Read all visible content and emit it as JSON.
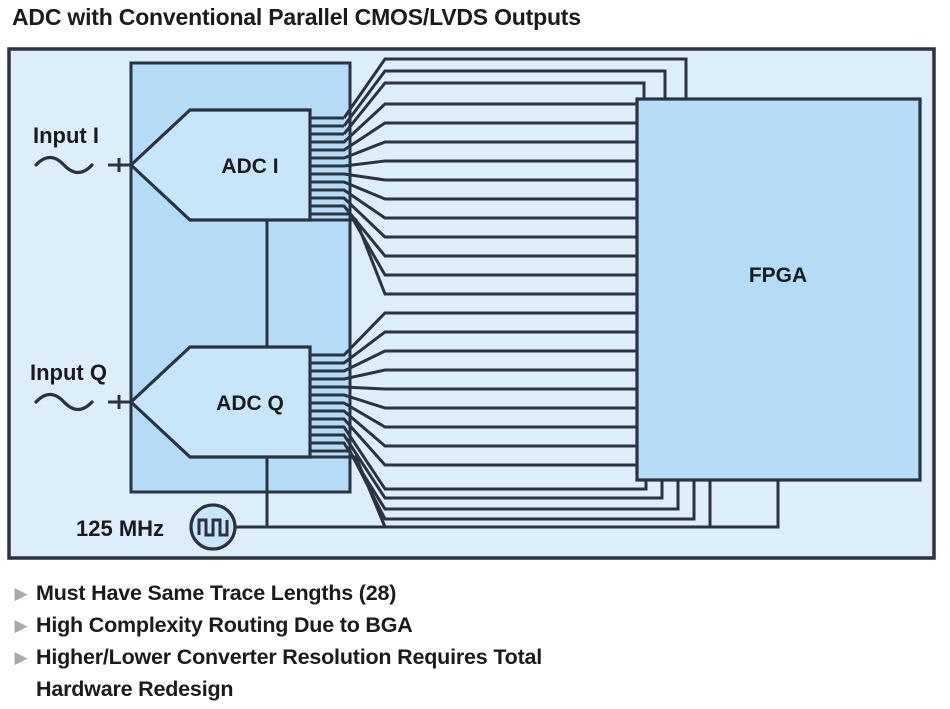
{
  "title": "ADC with Conventional Parallel CMOS/LVDS Outputs",
  "diagram": {
    "inputs": [
      {
        "label": "Input I",
        "icon": "sine-wave-icon"
      },
      {
        "label": "Input Q",
        "icon": "sine-wave-icon"
      }
    ],
    "blocks": [
      {
        "name": "adc-i",
        "label": "ADC I"
      },
      {
        "name": "adc-q",
        "label": "ADC Q"
      },
      {
        "name": "fpga",
        "label": "FPGA"
      }
    ],
    "clock": {
      "label": "125 MHz",
      "icon": "square-wave-oscillator-icon"
    },
    "bus": {
      "adc_i_traces": 14,
      "adc_q_traces": 14,
      "total_traces": 28
    }
  },
  "colors": {
    "panel_background": "#ddeefb",
    "board_fill": "#b3ddf7",
    "block_fill": "#c7e6f9",
    "line": "#2c3340",
    "text": "#1b1b1b",
    "bullet_marker": "#a9a9a9"
  },
  "bullets": [
    {
      "marker": "▶",
      "text": "Must Have Same Trace Lengths (28)",
      "continuation": ""
    },
    {
      "marker": "▶",
      "text": "High Complexity Routing Due to BGA",
      "continuation": ""
    },
    {
      "marker": "▶",
      "text": "Higher/Lower Converter Resolution Requires Total",
      "continuation": "Hardware Redesign"
    }
  ]
}
